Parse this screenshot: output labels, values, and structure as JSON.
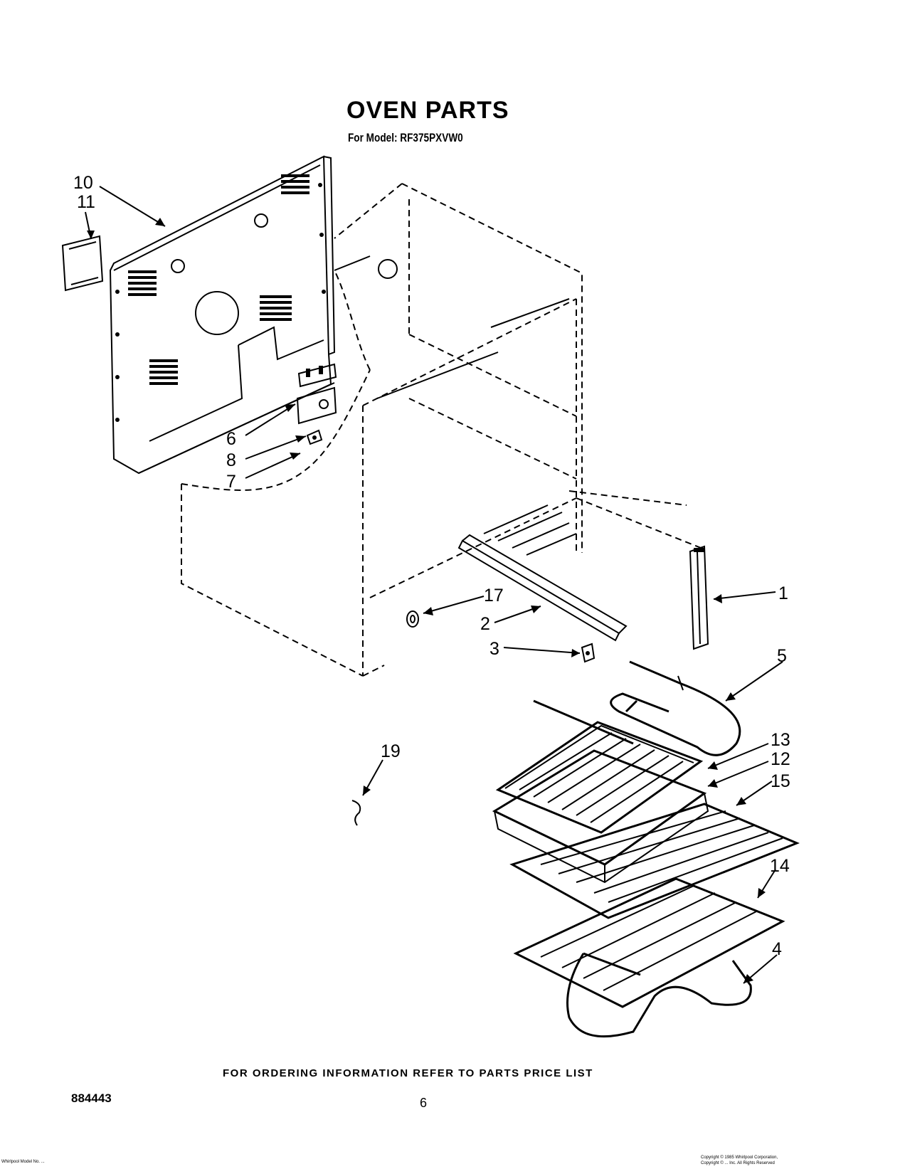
{
  "header": {
    "title": "OVEN PARTS",
    "subtitle": "For Model: RF375PXVW0"
  },
  "callouts": [
    {
      "id": "10",
      "label": "10"
    },
    {
      "id": "11",
      "label": "11"
    },
    {
      "id": "6",
      "label": "6"
    },
    {
      "id": "8",
      "label": "8"
    },
    {
      "id": "7",
      "label": "7"
    },
    {
      "id": "17",
      "label": "17"
    },
    {
      "id": "2",
      "label": "2"
    },
    {
      "id": "3",
      "label": "3"
    },
    {
      "id": "1",
      "label": "1"
    },
    {
      "id": "5",
      "label": "5"
    },
    {
      "id": "13",
      "label": "13"
    },
    {
      "id": "12",
      "label": "12"
    },
    {
      "id": "15",
      "label": "15"
    },
    {
      "id": "14",
      "label": "14"
    },
    {
      "id": "4",
      "label": "4"
    },
    {
      "id": "19",
      "label": "19"
    }
  ],
  "footer": {
    "note": "FOR ORDERING INFORMATION REFER TO PARTS PRICE LIST",
    "doc_number": "884443",
    "page_number": "6",
    "small_left": "Whirlpool Model No. ...",
    "small_right_1": "Copyright © 1985 Whirlpool Corporation,",
    "small_right_2": "Copyright © ... Inc. All Rights Reserved"
  }
}
